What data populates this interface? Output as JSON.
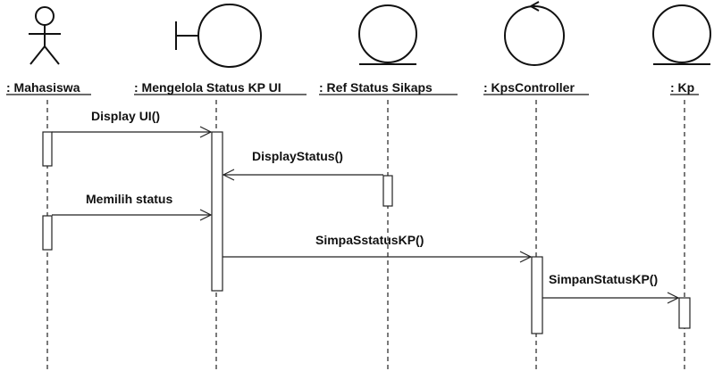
{
  "diagram": {
    "participants": [
      {
        "id": "mahasiswa",
        "label": ": Mahasiswa",
        "kind": "actor"
      },
      {
        "id": "ui",
        "label": ": Mengelola Status KP UI",
        "kind": "boundary"
      },
      {
        "id": "ref",
        "label": ": Ref Status Sikaps",
        "kind": "entity"
      },
      {
        "id": "ctrl",
        "label": ": KpsController",
        "kind": "control"
      },
      {
        "id": "kp",
        "label": ": Kp",
        "kind": "entity"
      }
    ],
    "messages": [
      {
        "label": "Display UI()",
        "from": "mahasiswa",
        "to": "ui"
      },
      {
        "label": "DisplayStatus()",
        "from": "ref",
        "to": "ui"
      },
      {
        "label": "Memilih status",
        "from": "mahasiswa",
        "to": "ui"
      },
      {
        "label": "SimpaSstatusKP()",
        "from": "ui",
        "to": "ctrl"
      },
      {
        "label": "SimpanStatusKP()",
        "from": "ctrl",
        "to": "kp"
      }
    ]
  }
}
